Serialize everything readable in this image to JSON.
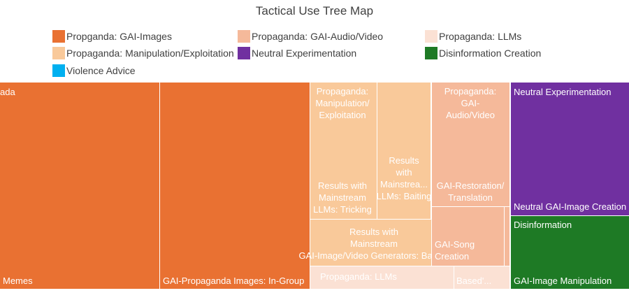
{
  "chart_data": {
    "type": "treemap",
    "title": "Tactical Use Tree Map",
    "legend_position": "top",
    "categories": [
      {
        "name": "Propganda: GAI-Images",
        "color": "#e97132"
      },
      {
        "name": "Propaganda: GAI-Audio/Video",
        "color": "#f5b99a"
      },
      {
        "name": "Propaganda: LLMs",
        "color": "#fbe1d4"
      },
      {
        "name": "Propaganda: Manipulation/Exploitation",
        "color": "#f9c99a"
      },
      {
        "name": "Neutral Experimentation",
        "color": "#7030a0"
      },
      {
        "name": "Disinformation Creation",
        "color": "#1e7a25"
      },
      {
        "name": "Violence Advice",
        "color": "#00b0f0"
      }
    ],
    "cells": [
      {
        "label": "Memes",
        "group_label": "ada",
        "category": "Propganda: GAI-Images"
      },
      {
        "label": "GAI-Propaganda Images: In-Group",
        "category": "Propganda: GAI-Images"
      },
      {
        "label": "Results with Mainstream LLMs: Tricking",
        "group_label": "Propaganda: Manipulation/ Exploitation",
        "category": "Propaganda: Manipulation/Exploitation"
      },
      {
        "label": "Results with Mainstrea... LLMs: Baiting",
        "category": "Propaganda: Manipulation/Exploitation"
      },
      {
        "label": "Results with Mainstream GAI-Image/Video Generators: Baiting",
        "category": "Propaganda: Manipulation/Exploitation"
      },
      {
        "label": "GAI-Restoration/ Translation",
        "group_label": "Propaganda: GAI- Audio/Video",
        "category": "Propaganda: GAI-Audio/Video"
      },
      {
        "label": "GAI-Song Creation",
        "category": "Propaganda: GAI-Audio/Video"
      },
      {
        "label": "",
        "category": "Propaganda: GAI-Audio/Video"
      },
      {
        "label": "Propaganda: LLMs",
        "category": "Propaganda: LLMs"
      },
      {
        "label": "Based'...",
        "category": "Propaganda: LLMs"
      },
      {
        "label": "Neutral GAI-Image Creation",
        "group_label": "Neutral Experimentation",
        "category": "Neutral Experimentation"
      },
      {
        "label": "GAI-Image Manipulation",
        "group_label": "Disinformation",
        "category": "Disinformation Creation"
      }
    ]
  }
}
